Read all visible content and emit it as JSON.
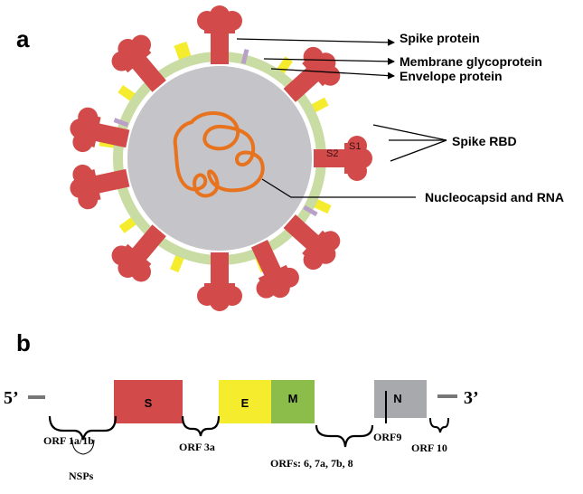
{
  "panel_a": {
    "label": "a",
    "labels": {
      "spike_protein": "Spike protein",
      "membrane_glycoprotein": "Membrane glycoprotein",
      "envelope_protein": "Envelope protein",
      "spike_rbd": "Spike RBD",
      "s2": "S2",
      "s1": "S1",
      "nucleocapsid_rna": "Nucleocapsid and RNA"
    }
  },
  "panel_b": {
    "label": "b",
    "five_prime": "5’",
    "three_prime": "3’",
    "genes": [
      {
        "label": "S",
        "color": "#d24a4a"
      },
      {
        "label": "E",
        "color": "#f4ec2c"
      },
      {
        "label": "M",
        "color": "#8cbd4a"
      },
      {
        "label": "N",
        "color": "#a8a9ad"
      }
    ],
    "orf_labels": {
      "orf1ab": "ORF 1a/1b",
      "nsps": "NSPs",
      "orf3a": "ORF 3a",
      "orfs678": "ORFs: 6, 7a, 7b, 8",
      "orf9": "ORF9",
      "orf10": "ORF 10"
    }
  },
  "colors": {
    "spike": "#d24a4a",
    "envelope": "#f4ec2c",
    "membrane": "#b9a0c8",
    "outer_ring": "#c9dca4",
    "core": "#c4c4c9",
    "rna": "#e8731e",
    "n_gene": "#a8a9ad",
    "m_gene": "#8cbd4a",
    "line": "#000000"
  }
}
